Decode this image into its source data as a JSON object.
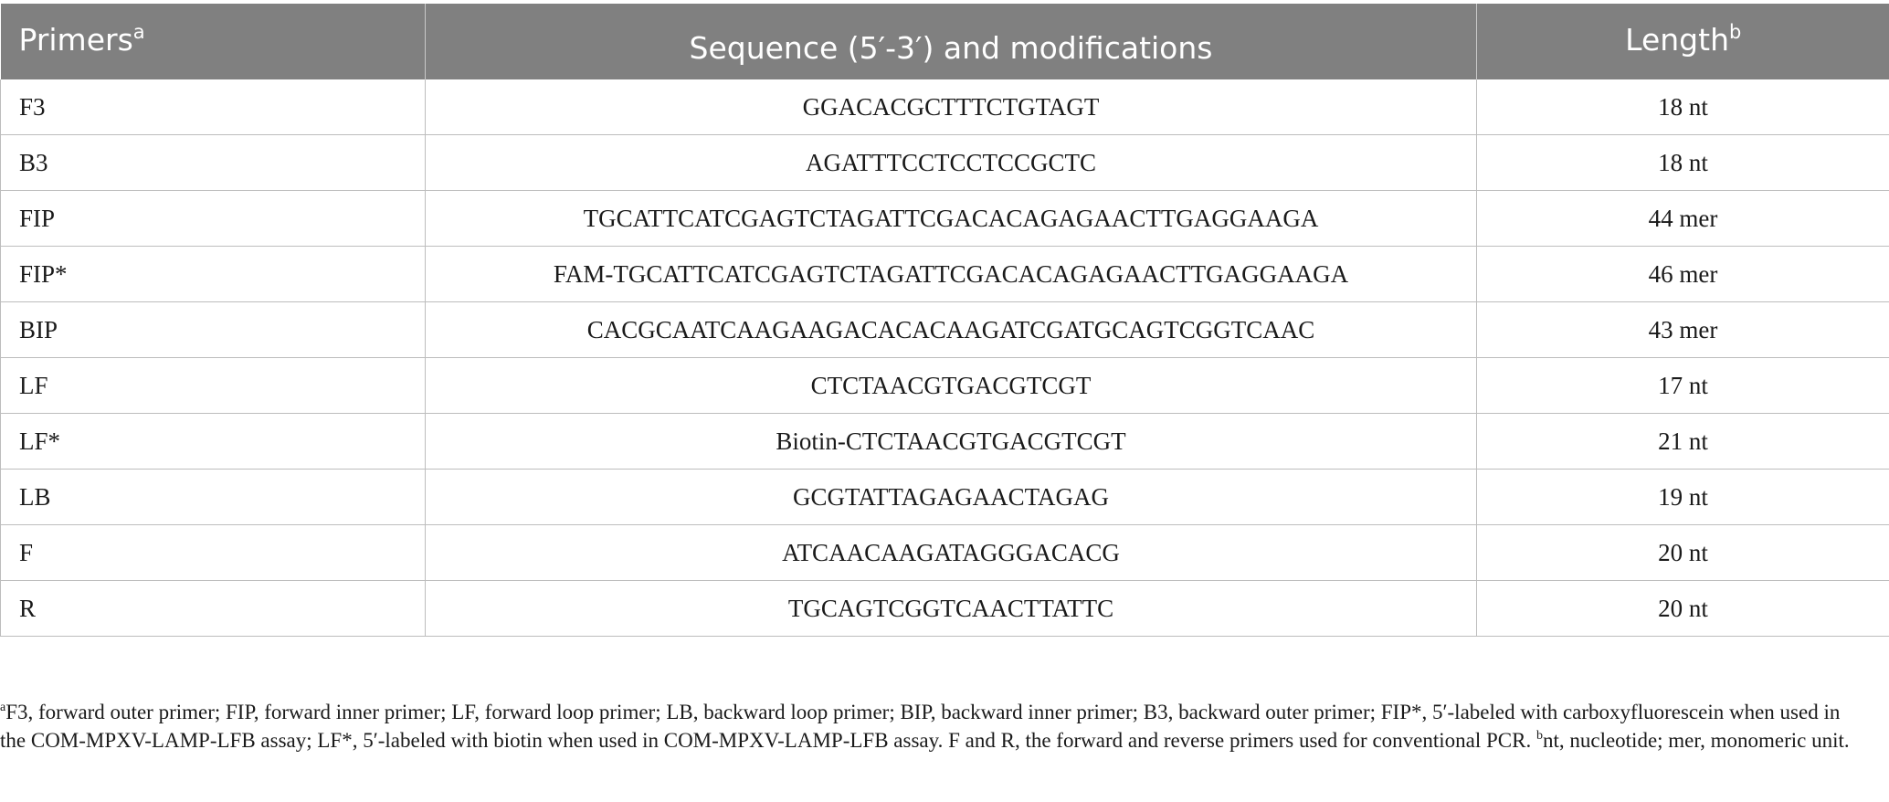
{
  "table": {
    "headers": [
      {
        "label": "Primers",
        "sup": "a"
      },
      {
        "label": "Sequence (5′-3′) and modifications",
        "sup": ""
      },
      {
        "label": "Length",
        "sup": "b"
      }
    ],
    "rows": [
      {
        "primer": "F3",
        "sequence": "GGACACGCTTTCTGTAGT",
        "length": "18 nt"
      },
      {
        "primer": "B3",
        "sequence": "AGATTTCCTCCTCCGCTC",
        "length": "18 nt"
      },
      {
        "primer": "FIP",
        "sequence": "TGCATTCATCGAGTCTAGATTCGACACAGAGAACTTGAGGAAGA",
        "length": "44 mer"
      },
      {
        "primer": "FIP*",
        "sequence": "FAM-TGCATTCATCGAGTCTAGATTCGACACAGAGAACTTGAGGAAGA",
        "length": "46 mer"
      },
      {
        "primer": "BIP",
        "sequence": "CACGCAATCAAGAAGACACACAAGATCGATGCAGTCGGTCAAC",
        "length": "43 mer"
      },
      {
        "primer": "LF",
        "sequence": "CTCTAACGTGACGTCGT",
        "length": "17 nt"
      },
      {
        "primer": "LF*",
        "sequence": "Biotin-CTCTAACGTGACGTCGT",
        "length": "21 nt"
      },
      {
        "primer": "LB",
        "sequence": "GCGTATTAGAGAACTAGAG",
        "length": "19 nt"
      },
      {
        "primer": "F",
        "sequence": "ATCAACAAGATAGGGACACG",
        "length": "20 nt"
      },
      {
        "primer": "R",
        "sequence": "TGCAGTCGGTCAACTTATTC",
        "length": "20 nt"
      }
    ]
  },
  "footnote": {
    "a_mark": "a",
    "a_text": "F3, forward outer primer; FIP, forward inner primer; LF, forward loop primer; LB, backward loop primer; BIP, backward inner primer; B3, backward outer primer; FIP*, 5′-labeled with carboxyfluorescein when used in the COM-MPXV-LAMP-LFB assay; LF*, 5′-labeled with biotin when used in COM-MPXV-LAMP-LFB assay. F and R, the forward and reverse primers used for conventional PCR. ",
    "b_mark": "b",
    "b_text": "nt, nucleotide; mer, monomeric unit."
  }
}
